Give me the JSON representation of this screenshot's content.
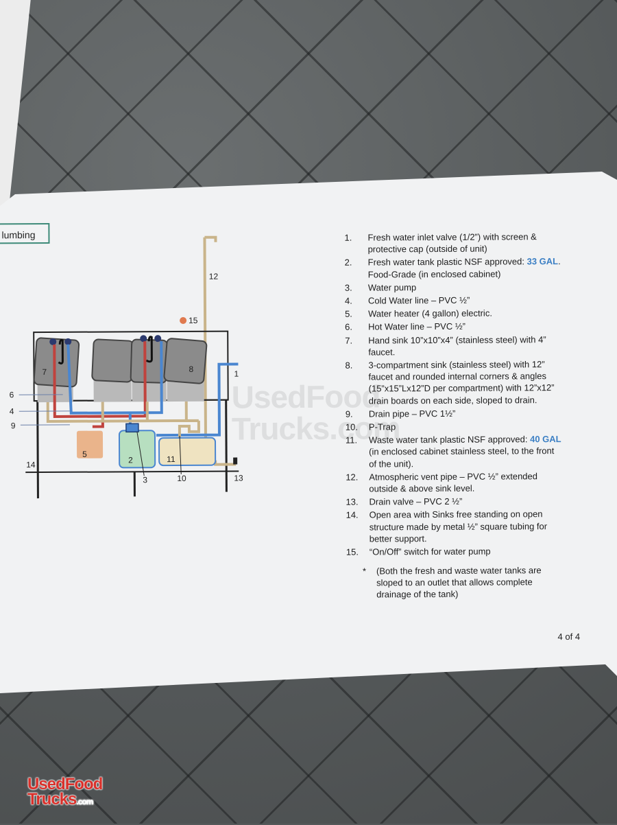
{
  "section": {
    "label": "lumbing"
  },
  "diagram": {
    "labels": {
      "n1": "1",
      "n2": "2",
      "n3": "3",
      "n4": "4",
      "n5": "5",
      "n6": "6",
      "n7": "7",
      "n8": "8",
      "n9": "9",
      "n10": "10",
      "n11": "11",
      "n12": "12",
      "n13": "13",
      "n14": "14",
      "n15": "15"
    },
    "colors": {
      "hot": "#c0433e",
      "cold": "#4a86d0",
      "drain": "#c9b48a",
      "tank2": "#b7dfc0",
      "tank5": "#eab48b",
      "tank11": "#efe3c1",
      "sink": "#8f8f8f",
      "switch": "#e07a4f"
    }
  },
  "items": [
    {
      "num": "1.",
      "text": "Fresh water inlet valve (1/2”) with screen & protective cap (outside of unit)"
    },
    {
      "num": "2.",
      "text_before": "Fresh water tank plastic NSF approved: ",
      "highlight": "33 GAL",
      "text_after": ". Food-Grade (in enclosed cabinet)"
    },
    {
      "num": "3.",
      "text": "Water pump"
    },
    {
      "num": "4.",
      "text": "Cold Water line – PVC ½”"
    },
    {
      "num": "5.",
      "text": "Water heater (4 gallon) electric."
    },
    {
      "num": "6.",
      "text": "Hot Water line – PVC ½”"
    },
    {
      "num": "7.",
      "text": "Hand sink 10”x10”x4” (stainless steel) with 4” faucet."
    },
    {
      "num": "8.",
      "text": "3-compartment sink (stainless steel) with 12” faucet and rounded internal corners & angles (15”x15”Lx12”D per compartment) with 12”x12” drain boards on each side, sloped to drain."
    },
    {
      "num": "9.",
      "text": "Drain pipe – PVC 1½”"
    },
    {
      "num": "10.",
      "text": "P-Trap"
    },
    {
      "num": "11.",
      "text_before": "Waste water tank plastic NSF approved: ",
      "highlight": "40 GAL",
      "text_after": " (in enclosed cabinet stainless steel, to the front of the unit)."
    },
    {
      "num": "12.",
      "text": "Atmospheric vent pipe – PVC ½” extended outside & above sink level."
    },
    {
      "num": "13.",
      "text": "Drain valve – PVC 2 ½”"
    },
    {
      "num": "14.",
      "text": "Open area with Sinks free standing on open structure made by metal ½” square tubing for better support."
    },
    {
      "num": "15.",
      "text": "“On/Off” switch for water pump"
    }
  ],
  "note": {
    "star": "*",
    "text": "(Both the fresh and waste water tanks are sloped to an outlet that allows complete drainage of the tank)"
  },
  "page_number": "4 of 4",
  "watermark": {
    "line1": "UsedFood",
    "line2": "Trucks.com"
  },
  "logo": {
    "line1": "UsedFood",
    "line2": "Trucks",
    "suffix": ".com"
  }
}
